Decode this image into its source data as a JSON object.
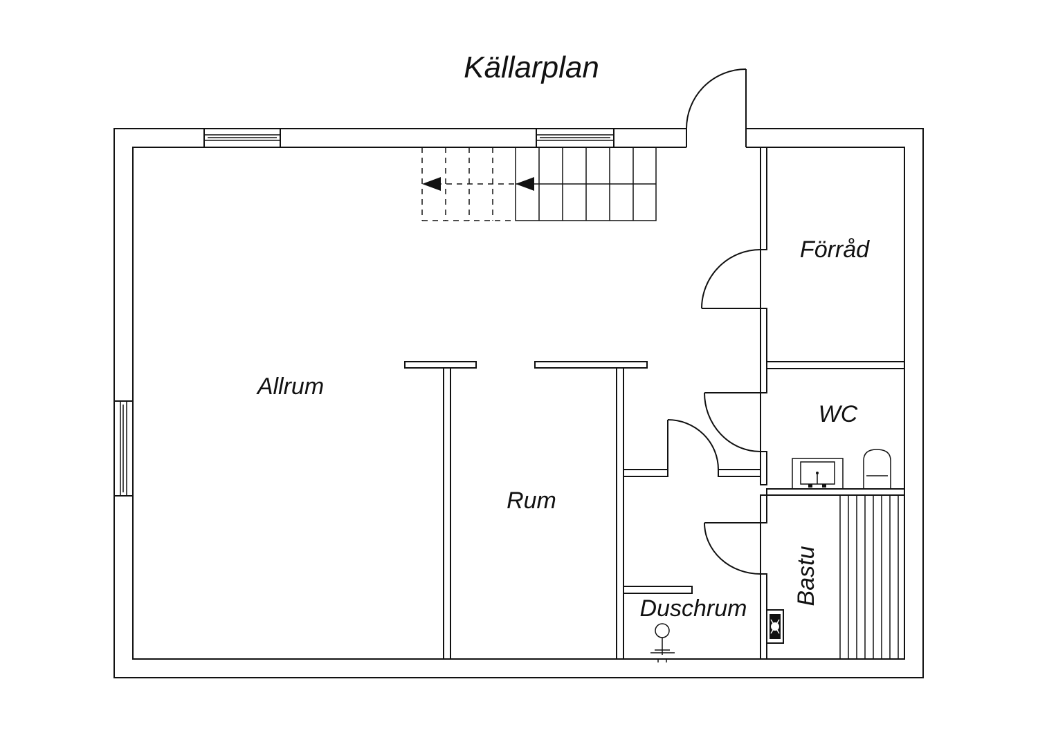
{
  "title": "Källarplan",
  "rooms": {
    "allrum": "Allrum",
    "rum": "Rum",
    "forrad": "Förråd",
    "wc": "WC",
    "bastu": "Bastu",
    "duschrum": "Duschrum"
  },
  "colors": {
    "line": "#111111",
    "background": "#ffffff"
  },
  "icons": [
    "staircase-icon",
    "window-icon",
    "door-swing-icon",
    "sink-icon",
    "toilet-icon",
    "shower-icon",
    "sauna-heater-icon",
    "sauna-bench-icon"
  ]
}
